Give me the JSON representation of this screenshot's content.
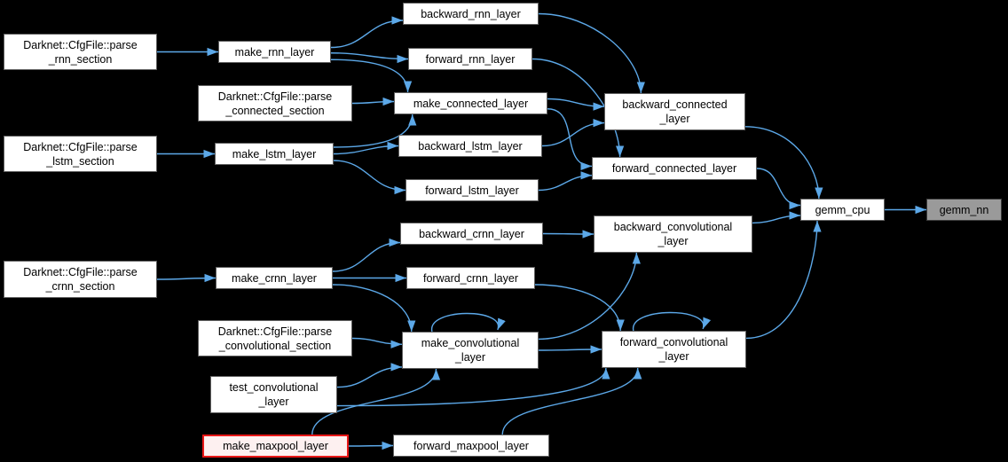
{
  "diagram": {
    "title": "Caller graph for gemm_nn",
    "colors": {
      "bg": "#000000",
      "edge": "#5ca8e8",
      "node_fill": "#ffffff",
      "node_border": "#606060",
      "text": "#000000",
      "current_fill": "#9a9a9a",
      "current_border": "#3c3c3c",
      "hl_fill": "#fdf0f0",
      "hl_border": "#e81717"
    },
    "nodes": [
      {
        "id": "parse-rnn-section",
        "l1": "Darknet::CfgFile::parse",
        "l2": "_rnn_section",
        "type": "normal"
      },
      {
        "id": "parse-lstm-section",
        "l1": "Darknet::CfgFile::parse",
        "l2": "_lstm_section",
        "type": "normal"
      },
      {
        "id": "parse-crnn-section",
        "l1": "Darknet::CfgFile::parse",
        "l2": "_crnn_section",
        "type": "normal"
      },
      {
        "id": "make-rnn-layer",
        "l1": "make_rnn_layer",
        "type": "normal"
      },
      {
        "id": "parse-connected-section",
        "l1": "Darknet::CfgFile::parse",
        "l2": "_connected_section",
        "type": "normal"
      },
      {
        "id": "make-lstm-layer",
        "l1": "make_lstm_layer",
        "type": "normal"
      },
      {
        "id": "make-crnn-layer",
        "l1": "make_crnn_layer",
        "type": "normal"
      },
      {
        "id": "parse-convolutional-section",
        "l1": "Darknet::CfgFile::parse",
        "l2": "_convolutional_section",
        "type": "normal"
      },
      {
        "id": "test-convolutional-layer",
        "l1": "test_convolutional",
        "l2": "_layer",
        "type": "normal"
      },
      {
        "id": "make-maxpool-layer",
        "l1": "make_maxpool_layer",
        "type": "highlighted"
      },
      {
        "id": "backward-rnn-layer",
        "l1": "backward_rnn_layer",
        "type": "normal"
      },
      {
        "id": "forward-rnn-layer",
        "l1": "forward_rnn_layer",
        "type": "normal"
      },
      {
        "id": "make-connected-layer",
        "l1": "make_connected_layer",
        "type": "normal"
      },
      {
        "id": "backward-lstm-layer",
        "l1": "backward_lstm_layer",
        "type": "normal"
      },
      {
        "id": "forward-lstm-layer",
        "l1": "forward_lstm_layer",
        "type": "normal"
      },
      {
        "id": "backward-crnn-layer",
        "l1": "backward_crnn_layer",
        "type": "normal"
      },
      {
        "id": "forward-crnn-layer",
        "l1": "forward_crnn_layer",
        "type": "normal"
      },
      {
        "id": "make-convolutional-layer",
        "l1": "make_convolutional",
        "l2": "_layer",
        "type": "normal"
      },
      {
        "id": "forward-maxpool-layer",
        "l1": "forward_maxpool_layer",
        "type": "normal"
      },
      {
        "id": "backward-connected-layer",
        "l1": "backward_connected",
        "l2": "_layer",
        "type": "normal"
      },
      {
        "id": "forward-connected-layer",
        "l1": "forward_connected_layer",
        "type": "normal"
      },
      {
        "id": "backward-convolutional-layer",
        "l1": "backward_convolutional",
        "l2": "_layer",
        "type": "normal"
      },
      {
        "id": "forward-convolutional-layer",
        "l1": "forward_convolutional",
        "l2": "_layer",
        "type": "normal"
      },
      {
        "id": "gemm-cpu",
        "l1": "gemm_cpu",
        "type": "normal"
      },
      {
        "id": "gemm-nn",
        "l1": "gemm_nn",
        "type": "current"
      }
    ],
    "edges": [
      {
        "from": "parse-rnn-section",
        "to": "make-rnn-layer",
        "fs": "r",
        "ft": 0.5,
        "ts": "l",
        "tt": 0.5
      },
      {
        "from": "make-rnn-layer",
        "to": "backward-rnn-layer",
        "fs": "r",
        "ft": 0.3,
        "ts": "l",
        "tt": 0.8
      },
      {
        "from": "make-rnn-layer",
        "to": "forward-rnn-layer",
        "fs": "r",
        "ft": 0.55,
        "ts": "l",
        "tt": 0.5
      },
      {
        "from": "make-rnn-layer",
        "to": "make-connected-layer",
        "fs": "r",
        "ft": 0.85,
        "ts": "t",
        "tt": 0.09
      },
      {
        "from": "parse-connected-section",
        "to": "make-connected-layer",
        "fs": "r",
        "ft": 0.5,
        "ts": "l",
        "tt": 0.42
      },
      {
        "from": "parse-lstm-section",
        "to": "make-lstm-layer",
        "fs": "r",
        "ft": 0.5,
        "ts": "l",
        "tt": 0.5
      },
      {
        "from": "make-lstm-layer",
        "to": "make-connected-layer",
        "fs": "r",
        "ft": 0.2,
        "ts": "b",
        "tt": 0.12
      },
      {
        "from": "make-lstm-layer",
        "to": "backward-lstm-layer",
        "fs": "r",
        "ft": 0.5,
        "ts": "l",
        "tt": 0.5
      },
      {
        "from": "make-lstm-layer",
        "to": "forward-lstm-layer",
        "fs": "r",
        "ft": 0.8,
        "ts": "l",
        "tt": 0.5
      },
      {
        "from": "backward-rnn-layer",
        "to": "backward-connected-layer",
        "fs": "r",
        "ft": 0.5,
        "ts": "t",
        "tt": 0.26
      },
      {
        "from": "forward-rnn-layer",
        "to": "forward-connected-layer",
        "fs": "r",
        "ft": 0.5,
        "ts": "t",
        "tt": 0.17
      },
      {
        "from": "make-connected-layer",
        "to": "backward-connected-layer",
        "fs": "r",
        "ft": 0.3,
        "ts": "l",
        "tt": 0.36
      },
      {
        "from": "make-connected-layer",
        "to": "forward-connected-layer",
        "fs": "r",
        "ft": 0.75,
        "ts": "l",
        "tt": 0.4
      },
      {
        "from": "backward-lstm-layer",
        "to": "backward-connected-layer",
        "fs": "r",
        "ft": 0.5,
        "ts": "l",
        "tt": 0.8
      },
      {
        "from": "forward-lstm-layer",
        "to": "forward-connected-layer",
        "fs": "r",
        "ft": 0.5,
        "ts": "l",
        "tt": 0.8
      },
      {
        "from": "backward-connected-layer",
        "to": "gemm-cpu",
        "fs": "r",
        "ft": 0.9,
        "ts": "t",
        "tt": 0.22
      },
      {
        "from": "forward-connected-layer",
        "to": "gemm-cpu",
        "fs": "r",
        "ft": 0.5,
        "ts": "l",
        "tt": 0.3
      },
      {
        "from": "parse-crnn-section",
        "to": "make-crnn-layer",
        "fs": "r",
        "ft": 0.5,
        "ts": "l",
        "tt": 0.5
      },
      {
        "from": "make-crnn-layer",
        "to": "backward-crnn-layer",
        "fs": "r",
        "ft": 0.2,
        "ts": "l",
        "tt": 0.9
      },
      {
        "from": "make-crnn-layer",
        "to": "forward-crnn-layer",
        "fs": "r",
        "ft": 0.5,
        "ts": "l",
        "tt": 0.5
      },
      {
        "from": "make-crnn-layer",
        "to": "make-convolutional-layer",
        "fs": "r",
        "ft": 0.8,
        "ts": "t",
        "tt": 0.07
      },
      {
        "from": "backward-crnn-layer",
        "to": "backward-convolutional-layer",
        "fs": "r",
        "ft": 0.5,
        "ts": "l",
        "tt": 0.5
      },
      {
        "from": "forward-crnn-layer",
        "to": "forward-convolutional-layer",
        "fs": "r",
        "ft": 0.8,
        "ts": "t",
        "tt": 0.13
      },
      {
        "from": "make-convolutional-layer",
        "to": "backward-convolutional-layer",
        "fs": "r",
        "ft": 0.2,
        "ts": "b",
        "tt": 0.27
      },
      {
        "from": "make-convolutional-layer",
        "to": "forward-convolutional-layer",
        "fs": "r",
        "ft": 0.5,
        "ts": "l",
        "tt": 0.5
      },
      {
        "from": "make-convolutional-layer",
        "to": "make-convolutional-layer"
      },
      {
        "from": "forward-convolutional-layer",
        "to": "forward-convolutional-layer"
      },
      {
        "from": "parse-convolutional-section",
        "to": "make-convolutional-layer",
        "fs": "r",
        "ft": 0.5,
        "ts": "l",
        "tt": 0.34
      },
      {
        "from": "test-convolutional-layer",
        "to": "make-convolutional-layer",
        "fs": "r",
        "ft": 0.3,
        "ts": "l",
        "tt": 0.95
      },
      {
        "from": "test-convolutional-layer",
        "to": "forward-convolutional-layer",
        "fs": "r",
        "ft": 0.8,
        "ts": "b",
        "tt": 0.03
      },
      {
        "from": "make-maxpool-layer",
        "to": "make-convolutional-layer",
        "fs": "t",
        "ft": 0.75,
        "ts": "b",
        "tt": 0.25
      },
      {
        "from": "make-maxpool-layer",
        "to": "forward-maxpool-layer",
        "fs": "r",
        "ft": 0.5,
        "ts": "l",
        "tt": 0.5
      },
      {
        "from": "forward-maxpool-layer",
        "to": "forward-convolutional-layer",
        "fs": "t",
        "ft": 0.7,
        "ts": "b",
        "tt": 0.25
      },
      {
        "from": "backward-convolutional-layer",
        "to": "gemm-cpu",
        "fs": "r",
        "ft": 0.2,
        "ts": "l",
        "tt": 0.76
      },
      {
        "from": "forward-convolutional-layer",
        "to": "gemm-cpu",
        "fs": "r",
        "ft": 0.2,
        "ts": "b",
        "tt": 0.2
      },
      {
        "from": "gemm-cpu",
        "to": "gemm-nn",
        "fs": "r",
        "ft": 0.5,
        "ts": "l",
        "tt": 0.5
      }
    ]
  }
}
